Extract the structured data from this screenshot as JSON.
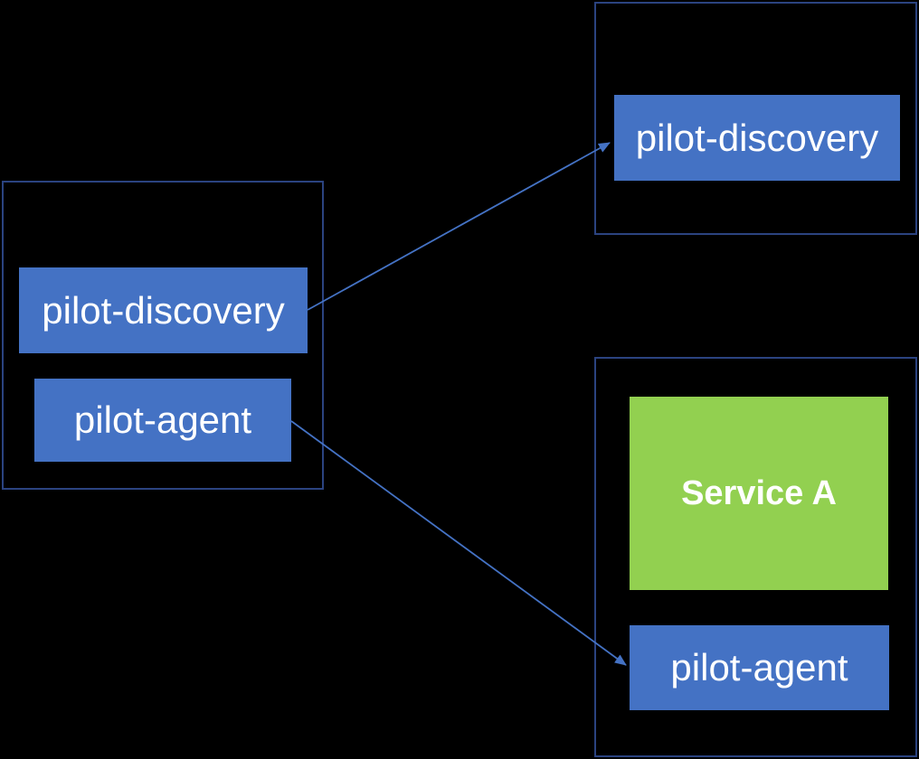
{
  "diagram": {
    "colors": {
      "background": "#000000",
      "node_blue": "#4472C4",
      "node_green": "#92D050",
      "container_border": "#2B4380",
      "arrow": "#4472C4",
      "label_text": "#FFFFFF"
    },
    "left_pod": {
      "pilot_discovery": {
        "label": "pilot-discovery"
      },
      "pilot_agent": {
        "label": "pilot-agent"
      }
    },
    "top_right_pod": {
      "pilot_discovery": {
        "label": "pilot-discovery"
      }
    },
    "bottom_right_pod": {
      "service_a": {
        "label": "Service A"
      },
      "pilot_agent": {
        "label": "pilot-agent"
      }
    },
    "edges": [
      {
        "from": "left_pod.pilot_discovery",
        "to": "top_right_pod.pilot_discovery"
      },
      {
        "from": "left_pod.pilot_agent",
        "to": "bottom_right_pod.pilot_agent"
      }
    ]
  }
}
